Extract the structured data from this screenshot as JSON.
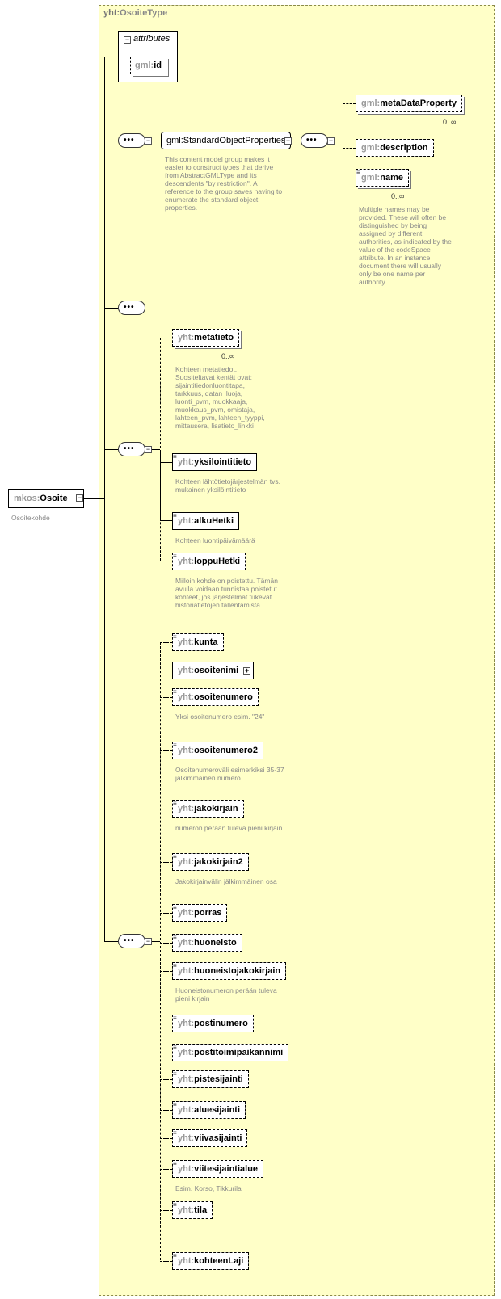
{
  "root": {
    "prefix": "mkos:",
    "name": "Osoite",
    "doc": "Osoitekohde"
  },
  "type": {
    "prefix": "yht:",
    "name": "OsoiteType"
  },
  "attributes": {
    "label": "attributes",
    "attr": {
      "prefix": "gml:",
      "name": "id"
    }
  },
  "group": {
    "name": "gml:StandardObjectProperties",
    "doc": "This content model group makes it easier to construct types that derive from AbstractGMLType and its descendents \"by restriction\". A reference to the group saves having to enumerate the standard object properties.",
    "items": [
      {
        "prefix": "gml:",
        "name": "metaDataProperty",
        "card": "0..∞"
      },
      {
        "prefix": "gml:",
        "name": "description",
        "card": ""
      },
      {
        "prefix": "gml:",
        "name": "name",
        "card": "0..∞",
        "doc": "Multiple names may be provided.  These will often be distinguished by being assigned by different authorities, as indicated by the value of the codeSpace attribute.  In an instance document there will usually only be one name per authority."
      }
    ]
  },
  "meta_seq": [
    {
      "prefix": "yht:",
      "name": "metatieto",
      "card": "0..∞",
      "doc": "Kohteen metatiedot. Suositeltavat kentät ovat: sijaintitiedonluontitapa, tarkkuus, datan_luoja, luonti_pvm, muokkaaja, muokkaus_pvm, omistaja, lahteen_pvm, lahteen_tyyppi, mittausera, lisatieto_linkki"
    },
    {
      "prefix": "yht:",
      "name": "yksilointitieto",
      "card": "",
      "doc": "Kohteen lähtötietojärjestelmän tvs. mukainen yksilöintitieto"
    },
    {
      "prefix": "yht:",
      "name": "alkuHetki",
      "card": "",
      "doc": "Kohteen luontipäivämäärä"
    },
    {
      "prefix": "yht:",
      "name": "loppuHetki",
      "card": "",
      "doc": "Milloin kohde on poistettu. Tämän avulla voidaan tunnistaa poistetut kohteet, jos järjestelmät tukevat historiatietojen tallentamista"
    }
  ],
  "main_seq": [
    {
      "prefix": "yht:",
      "name": "kunta",
      "doc": ""
    },
    {
      "prefix": "yht:",
      "name": "osoitenimi",
      "doc": ""
    },
    {
      "prefix": "yht:",
      "name": "osoitenumero",
      "doc": "Yksi osoitenumero esim. \"24\""
    },
    {
      "prefix": "yht:",
      "name": "osoitenumero2",
      "doc": "Osoitenumeroväli esimerkiksi 35-37 jälkimmäinen numero"
    },
    {
      "prefix": "yht:",
      "name": "jakokirjain",
      "doc": "numeron perään tuleva pieni kirjain"
    },
    {
      "prefix": "yht:",
      "name": "jakokirjain2",
      "doc": "Jakokirjainvälin jälkimmäinen osa"
    },
    {
      "prefix": "yht:",
      "name": "porras",
      "doc": ""
    },
    {
      "prefix": "yht:",
      "name": "huoneisto",
      "doc": ""
    },
    {
      "prefix": "yht:",
      "name": "huoneistojakokirjain",
      "doc": "Huoneistonumeron perään tuleva pieni kirjain"
    },
    {
      "prefix": "yht:",
      "name": "postinumero",
      "doc": ""
    },
    {
      "prefix": "yht:",
      "name": "postitoimipaikannimi",
      "doc": ""
    },
    {
      "prefix": "yht:",
      "name": "pistesijainti",
      "doc": ""
    },
    {
      "prefix": "yht:",
      "name": "aluesijainti",
      "doc": ""
    },
    {
      "prefix": "yht:",
      "name": "viivasijainti",
      "doc": ""
    },
    {
      "prefix": "yht:",
      "name": "viitesijaintialue",
      "doc": "Esim. Korso, Tikkurila"
    },
    {
      "prefix": "yht:",
      "name": "tila",
      "doc": ""
    },
    {
      "prefix": "yht:",
      "name": "kohteenLaji",
      "doc": ""
    }
  ]
}
